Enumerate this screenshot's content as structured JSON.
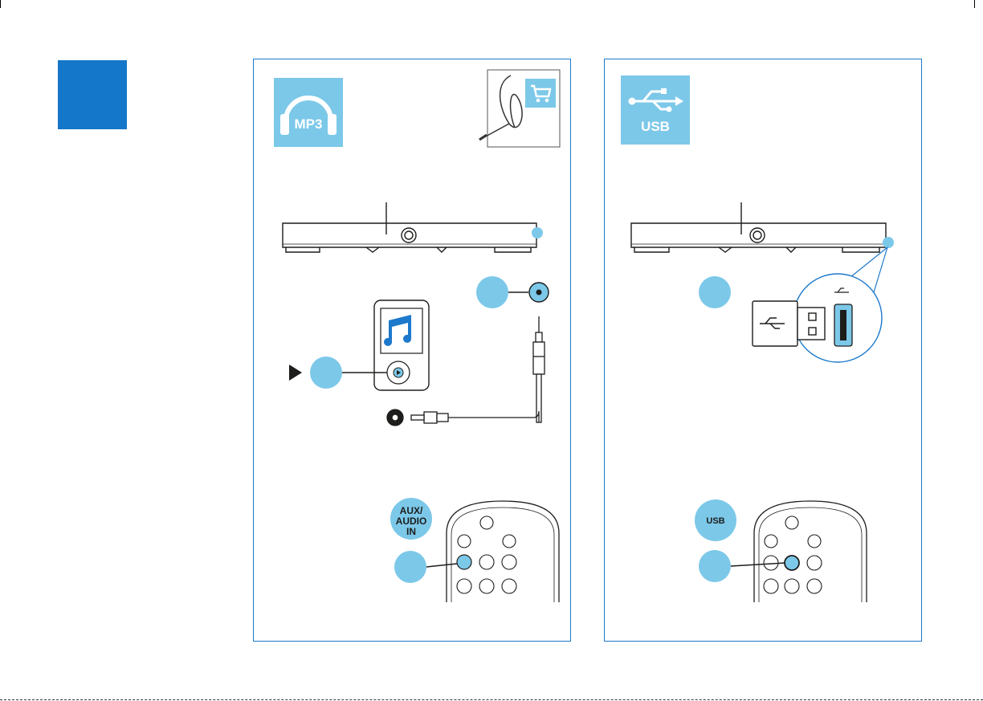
{
  "colors": {
    "brand_blue": "#1477c9",
    "icon_tile_blue": "#7cc8e9",
    "callout_blue": "#7cc8e9",
    "line_dark": "#1d1d1b",
    "frame_blue": "#1d79cb"
  },
  "mp3_panel": {
    "source_icon_label": "MP3",
    "source_icon": "headphones-icon",
    "accessory_icon": "audio-cable-icon",
    "accessory_badge_icon": "shopping-cart-icon",
    "remote_button_label_line1": "AUX/",
    "remote_button_label_line2": "AUDIO",
    "remote_button_label_line3": "IN"
  },
  "usb_panel": {
    "source_icon_label": "USB",
    "source_icon": "usb-trident-icon",
    "remote_button_label": "USB"
  }
}
